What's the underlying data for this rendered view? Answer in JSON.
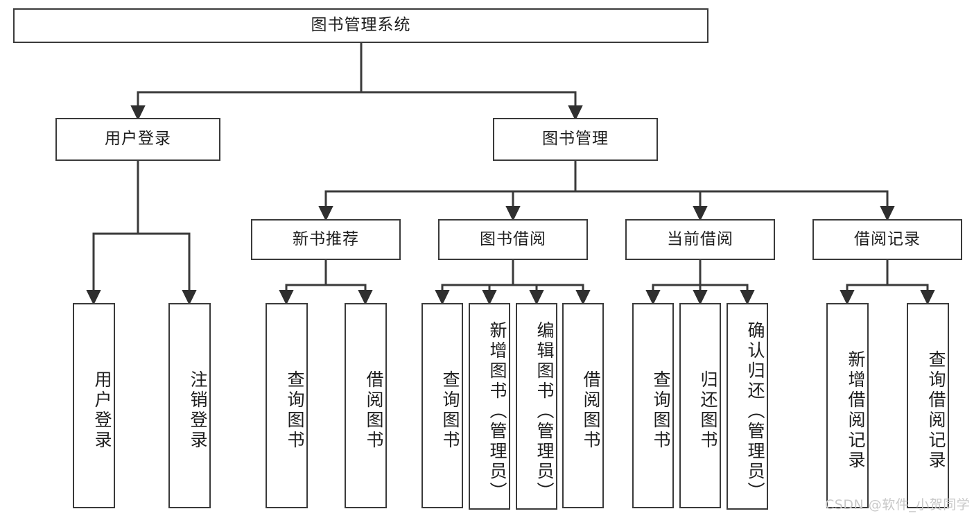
{
  "diagram": {
    "title": "图书管理系统",
    "type": "tree",
    "theme": {
      "background": "#ffffff",
      "box_border": "#3a3a3a",
      "box_fill": "#ffffff",
      "text": "#1d1d1d",
      "line": "#3a3a3a",
      "watermark": "#c8c8c8"
    },
    "watermark": "CSDN @软件_小贺同学",
    "root": {
      "label": "图书管理系统"
    },
    "level2": [
      {
        "label": "用户登录"
      },
      {
        "label": "图书管理"
      }
    ],
    "level3": [
      {
        "label": "新书推荐"
      },
      {
        "label": "图书借阅"
      },
      {
        "label": "当前借阅"
      },
      {
        "label": "借阅记录"
      }
    ],
    "leaves": {
      "user_login": [
        {
          "label": "用户登录"
        },
        {
          "label": "注销登录"
        }
      ],
      "new_book": [
        {
          "label": "查询图书"
        },
        {
          "label": "借阅图书"
        }
      ],
      "book_borrow": [
        {
          "label": "查询图书"
        },
        {
          "label": "新增图书（管理员）"
        },
        {
          "label": "编辑图书（管理员）"
        },
        {
          "label": "借阅图书"
        }
      ],
      "current_borrow": [
        {
          "label": "查询图书"
        },
        {
          "label": "归还图书"
        },
        {
          "label": "确认归还（管理员）"
        }
      ],
      "borrow_record": [
        {
          "label": "新增借阅记录"
        },
        {
          "label": "查询借阅记录"
        }
      ]
    }
  }
}
